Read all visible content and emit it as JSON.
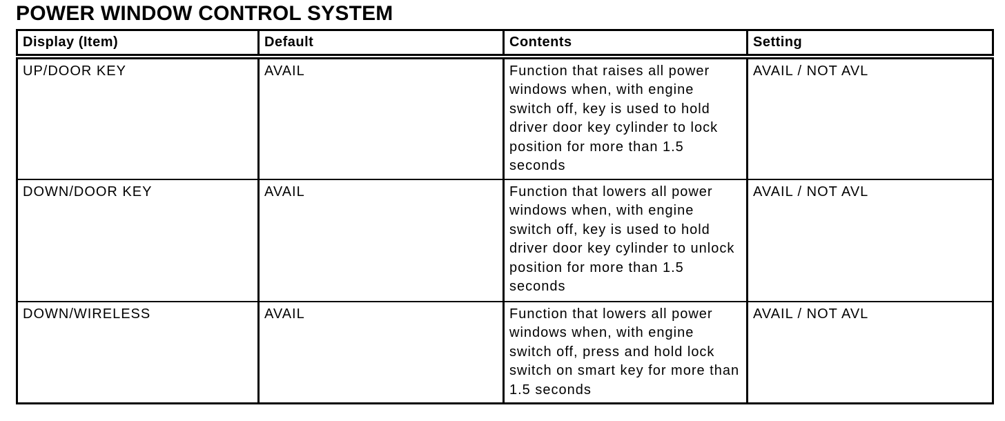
{
  "title": "POWER WINDOW CONTROL SYSTEM",
  "table": {
    "headers": [
      "Display (Item)",
      "Default",
      "Contents",
      "Setting"
    ],
    "rows": [
      {
        "display": "UP/DOOR KEY",
        "default": "AVAIL",
        "contents": "Function that raises all power\nwindows when, with engine\nswitch off, key is used to hold\ndriver door key cylinder to lock\nposition for more than 1.5\nseconds",
        "setting": "AVAIL / NOT AVL"
      },
      {
        "display": "DOWN/DOOR KEY",
        "default": "AVAIL",
        "contents": "Function that lowers all power\nwindows when, with engine\nswitch off, key is used to hold\ndriver door key cylinder to unlock\nposition for more than 1.5\nseconds",
        "setting": "AVAIL / NOT AVL"
      },
      {
        "display": "DOWN/WIRELESS",
        "default": "AVAIL",
        "contents": "Function that lowers all power\nwindows when, with engine\nswitch off, press and hold lock\nswitch on smart key for more than\n1.5 seconds",
        "setting": "AVAIL / NOT AVL"
      }
    ]
  },
  "colors": {
    "text": "#000000",
    "background": "#ffffff",
    "border": "#000000"
  }
}
